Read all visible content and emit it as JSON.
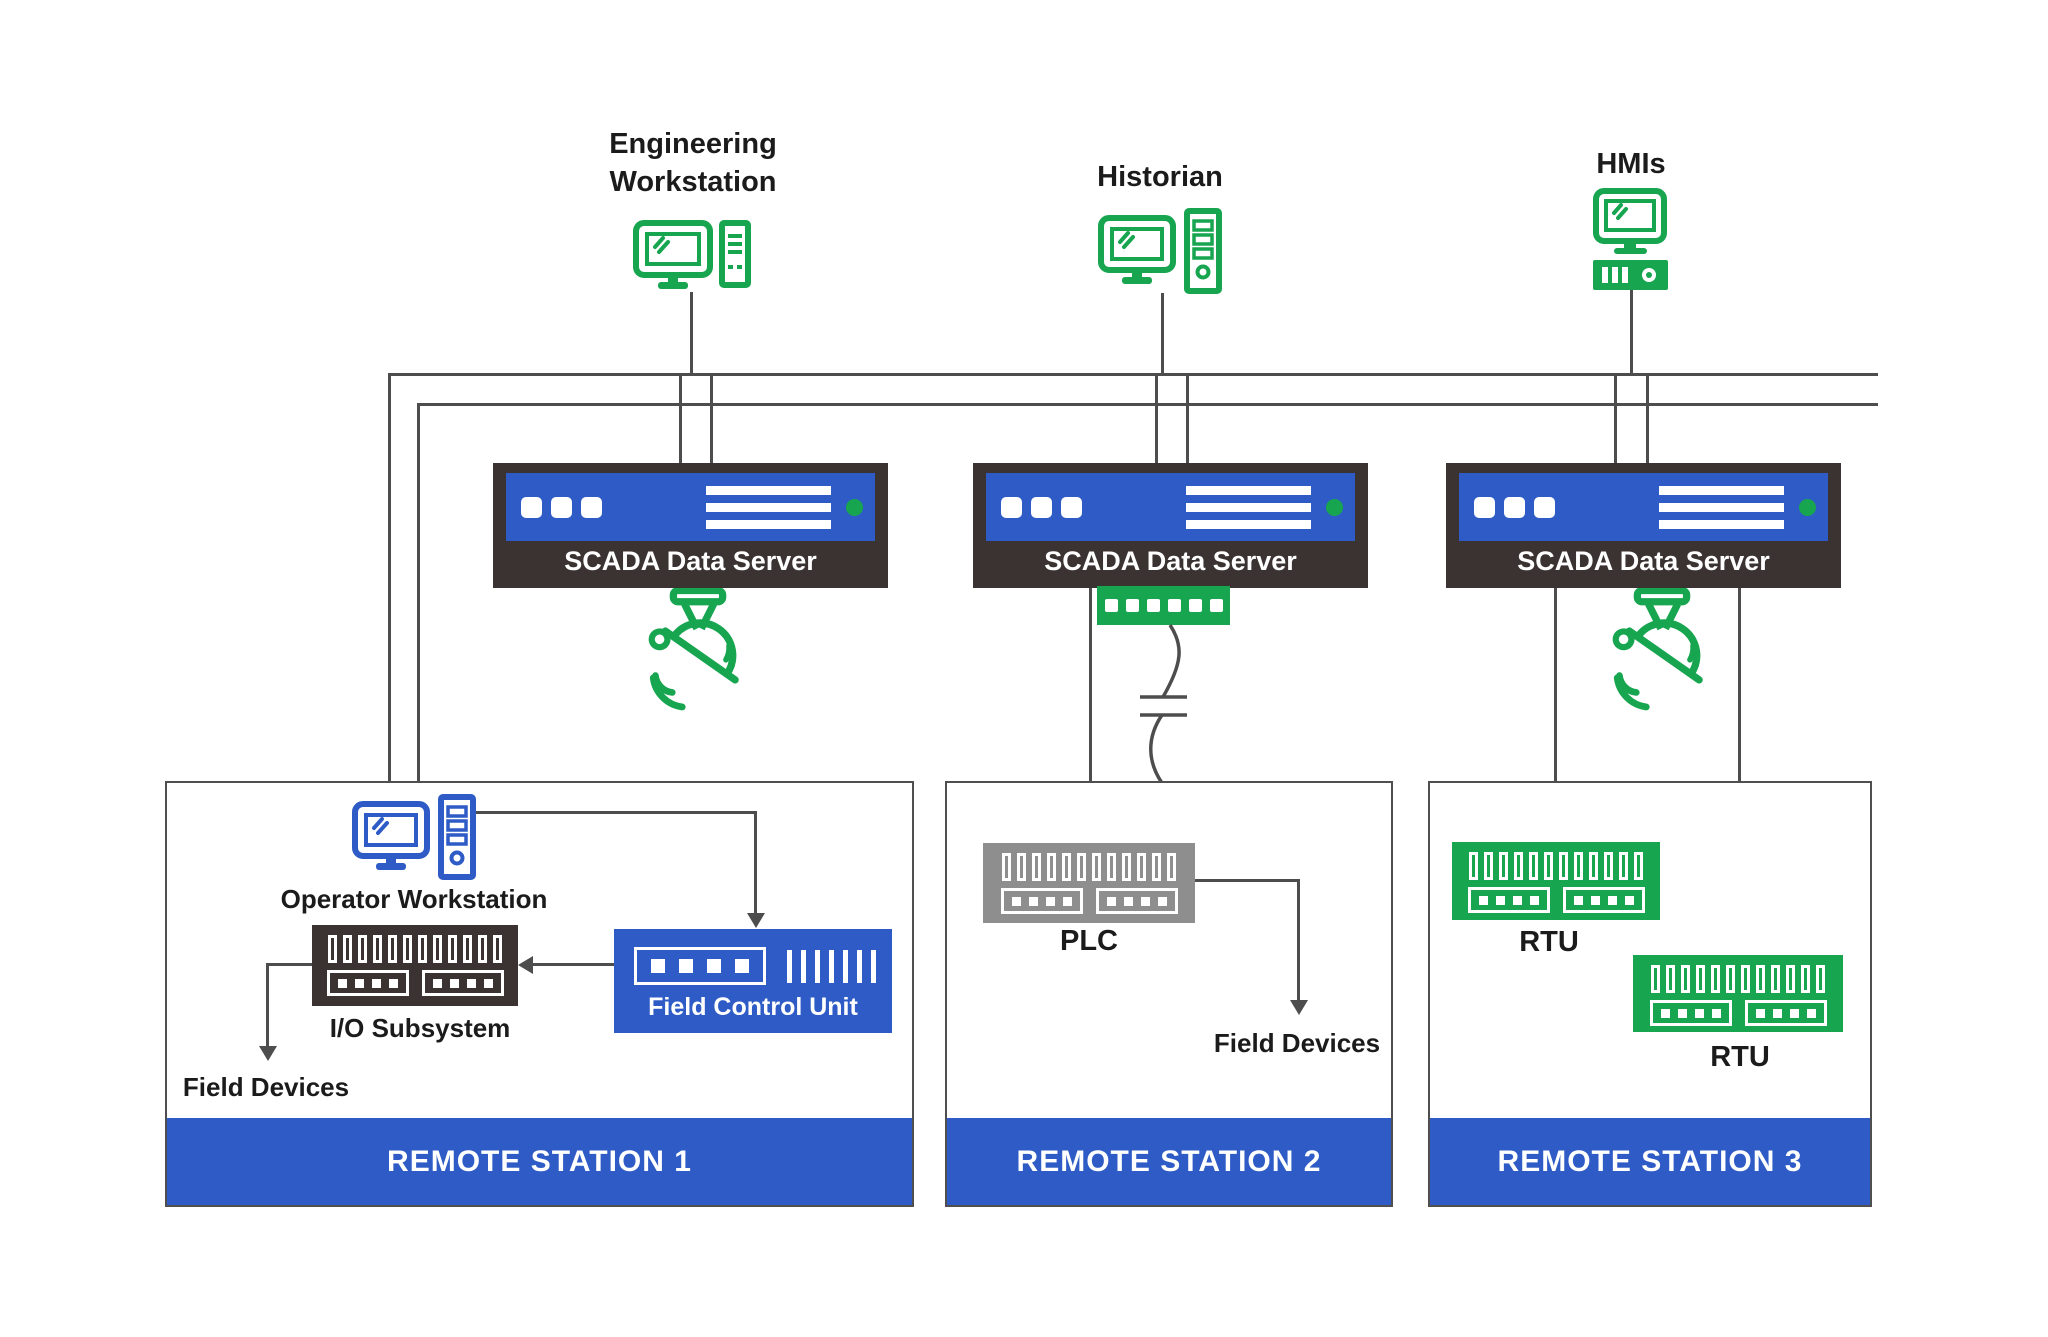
{
  "colors": {
    "green": "#17a550",
    "blue": "#2e5bc6",
    "dark": "#3a3332",
    "gray": "#8e8e8e",
    "line": "#4d4d4d"
  },
  "nodes": {
    "engineering_workstation": {
      "line1": "Engineering",
      "line2": "Workstation"
    },
    "historian": {
      "label": "Historian"
    },
    "hmis": {
      "label": "HMIs"
    }
  },
  "servers": [
    {
      "label": "SCADA Data Server"
    },
    {
      "label": "SCADA Data Server"
    },
    {
      "label": "SCADA Data Server"
    }
  ],
  "stations": [
    {
      "title": "REMOTE STATION 1",
      "operator_workstation": "Operator Workstation",
      "io_subsystem": "I/O Subsystem",
      "field_control_unit": "Field Control Unit",
      "field_devices": "Field Devices"
    },
    {
      "title": "REMOTE STATION 2",
      "plc": "PLC",
      "field_devices": "Field Devices"
    },
    {
      "title": "REMOTE STATION 3",
      "rtu_top": "RTU",
      "rtu_bottom": "RTU"
    }
  ]
}
